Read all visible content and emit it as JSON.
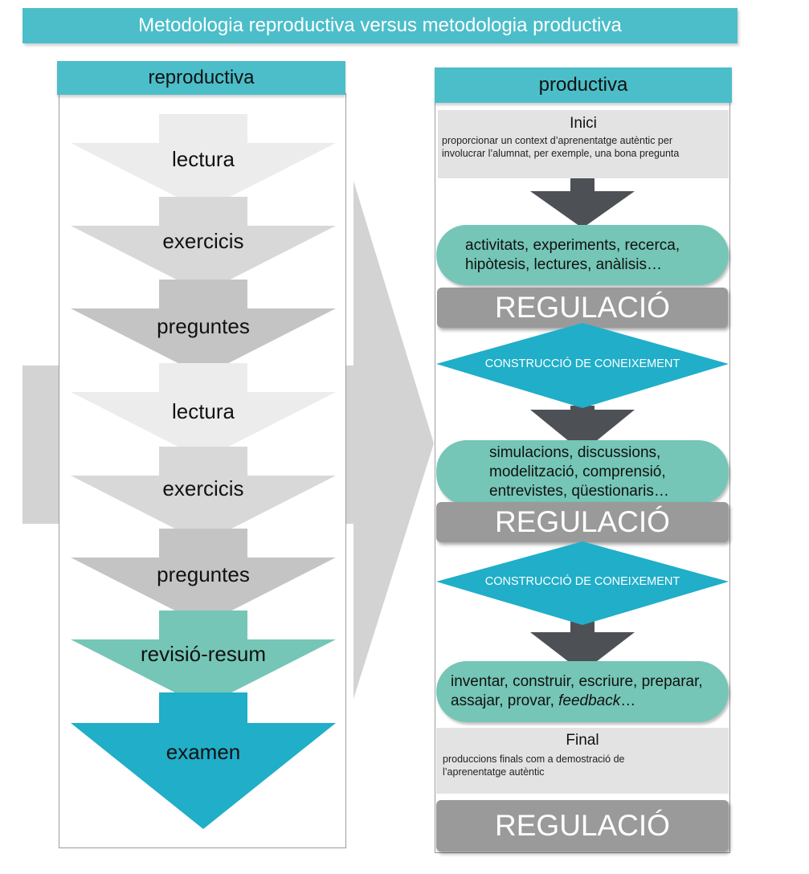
{
  "title": "Metodologia reproductiva versus metodologia productiva",
  "reproductive": {
    "header": "reproductiva",
    "steps": [
      {
        "label": "lectura",
        "color": "#ececec"
      },
      {
        "label": "exercicis",
        "color": "#d8d8d8"
      },
      {
        "label": "preguntes",
        "color": "#c4c4c4"
      },
      {
        "label": "lectura",
        "color": "#ececec"
      },
      {
        "label": "exercicis",
        "color": "#d8d8d8"
      },
      {
        "label": "preguntes",
        "color": "#c4c4c4"
      },
      {
        "label": "revisió-resum",
        "color": "#75c6b6"
      },
      {
        "label": "examen",
        "color": "#20aec9"
      }
    ]
  },
  "productive": {
    "header": "productiva",
    "start": {
      "title": "Inici",
      "description": "proporcionar un context d’aprenentatge autèntic per involucrar l’alumnat, per exemple, una bona pregunta"
    },
    "activities": [
      {
        "lines": [
          "activitats, experiments, recerca,",
          "hipòtesis, lectures, anàlisis…"
        ]
      },
      {
        "lines": [
          "simulacions, discussions,",
          "modelització, comprensió,",
          "entrevistes, qüestionaris…"
        ]
      },
      {
        "lines": [
          "inventar, construir, escriure, preparar,",
          "assajar, provar, "
        ],
        "italic": "feedback",
        "tail": "…"
      }
    ],
    "regulation": "REGULACIÓ",
    "knowledge": "CONSTRUCCIÓ DE CONEIXEMENT",
    "end": {
      "title": "Final",
      "description": "produccions finals com a demostració de l’aprenentatge autèntic"
    }
  },
  "colors": {
    "teal_header": "#4bbec9",
    "green": "#75c6b6",
    "blue": "#20aec9",
    "dark_arrow": "#4d5156",
    "regulation_gray": "#9a9a9a",
    "big_arrow": "#d0d0d0"
  }
}
